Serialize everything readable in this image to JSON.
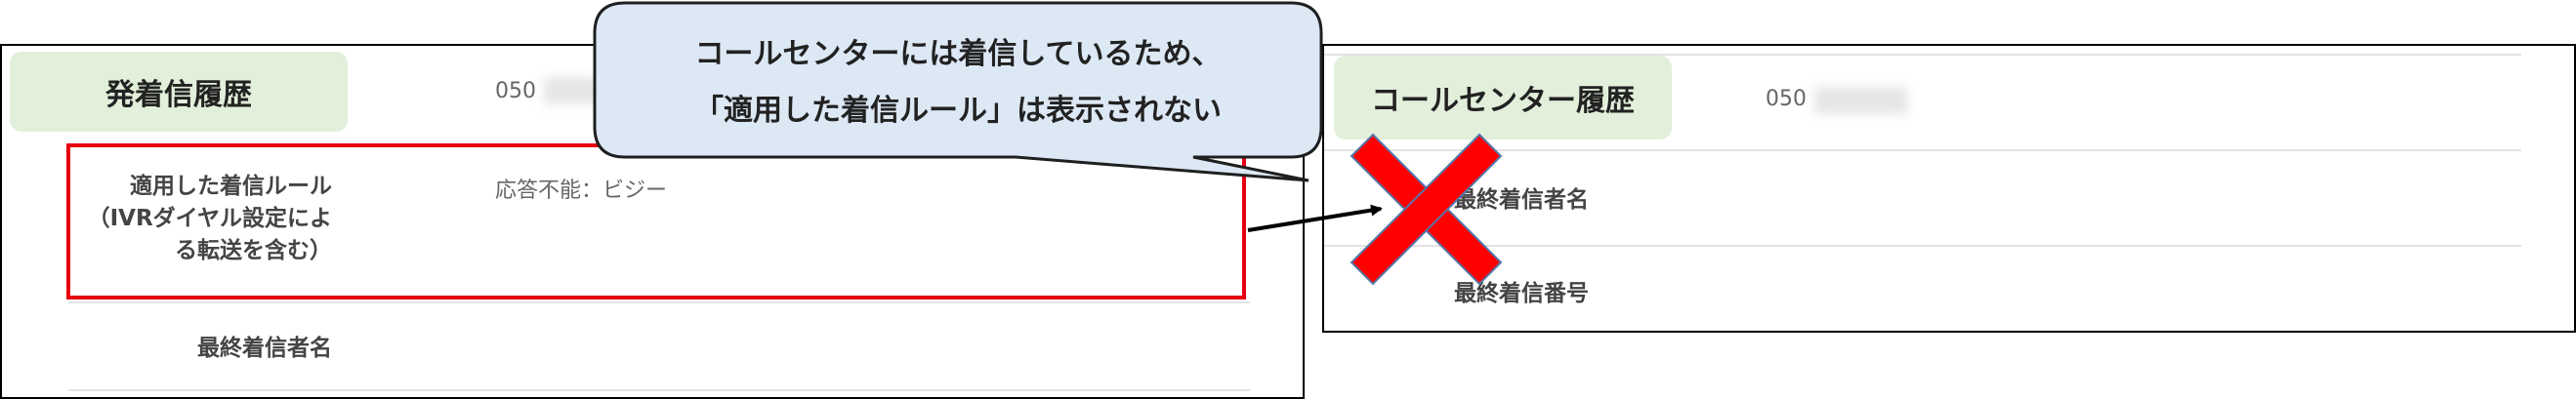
{
  "left": {
    "tag": "発着信履歴",
    "number_prefix": "050",
    "rule_label_line1": "適用した着信ルール",
    "rule_label_line2": "（IVRダイヤル設定によ",
    "rule_label_line3": "る転送を含む）",
    "rule_value": "応答不能：ビジー",
    "last_caller_label": "最終着信者名"
  },
  "right": {
    "tag": "コールセンター履歴",
    "number_prefix": "050",
    "last_caller_label": "最終着信者名",
    "last_number_label": "最終着信番号"
  },
  "callout": {
    "line1": "コールセンターには着信しているため、",
    "line2": "「適用した着信ルール」は表示されない"
  },
  "colors": {
    "highlight_red": "#e60012",
    "cross_red": "#ff0000",
    "callout_fill": "#dde8f5",
    "tag_green": "#e2efda"
  }
}
